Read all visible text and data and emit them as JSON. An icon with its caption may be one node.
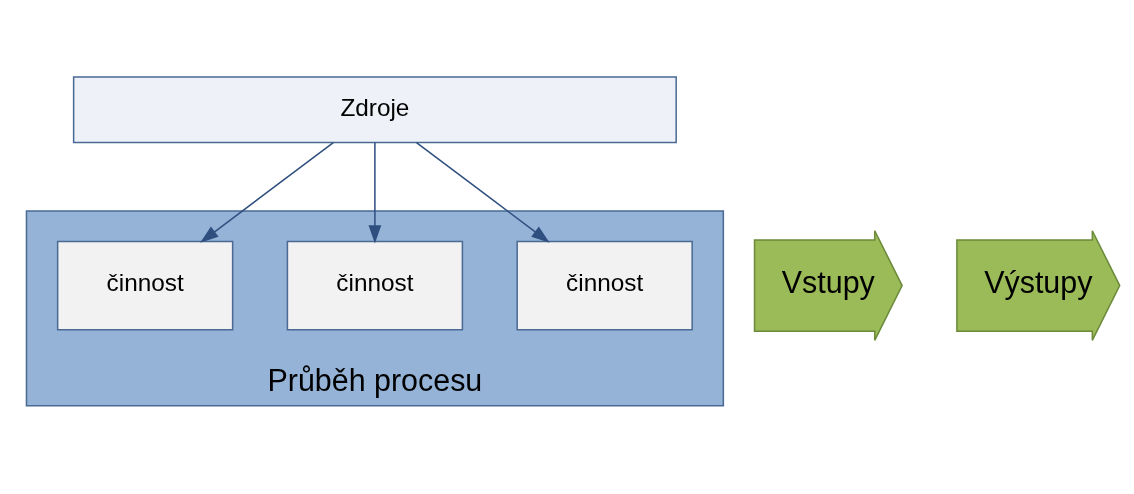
{
  "diagram": {
    "nodes": [
      {
        "text": [
          "Zdroje"
        ]
      },
      {
        "text": [
          "Vstupy"
        ]
      },
      {
        "text": [
          "Průběh procesu"
        ]
      },
      {
        "text": [
          "činnost"
        ],
        "in": 2
      },
      {
        "text": [
          "činnost"
        ],
        "in": 2
      },
      {
        "text": [
          "činnost"
        ],
        "in": 2
      },
      {
        "text": [
          "Výstupy"
        ]
      }
    ],
    "edges": [
      {
        "from": 0,
        "to": 3,
        "arrow": "to"
      },
      {
        "from": 0,
        "to": 4,
        "arrow": "to"
      },
      {
        "from": 0,
        "to": 5,
        "arrow": "to"
      }
    ]
  }
}
